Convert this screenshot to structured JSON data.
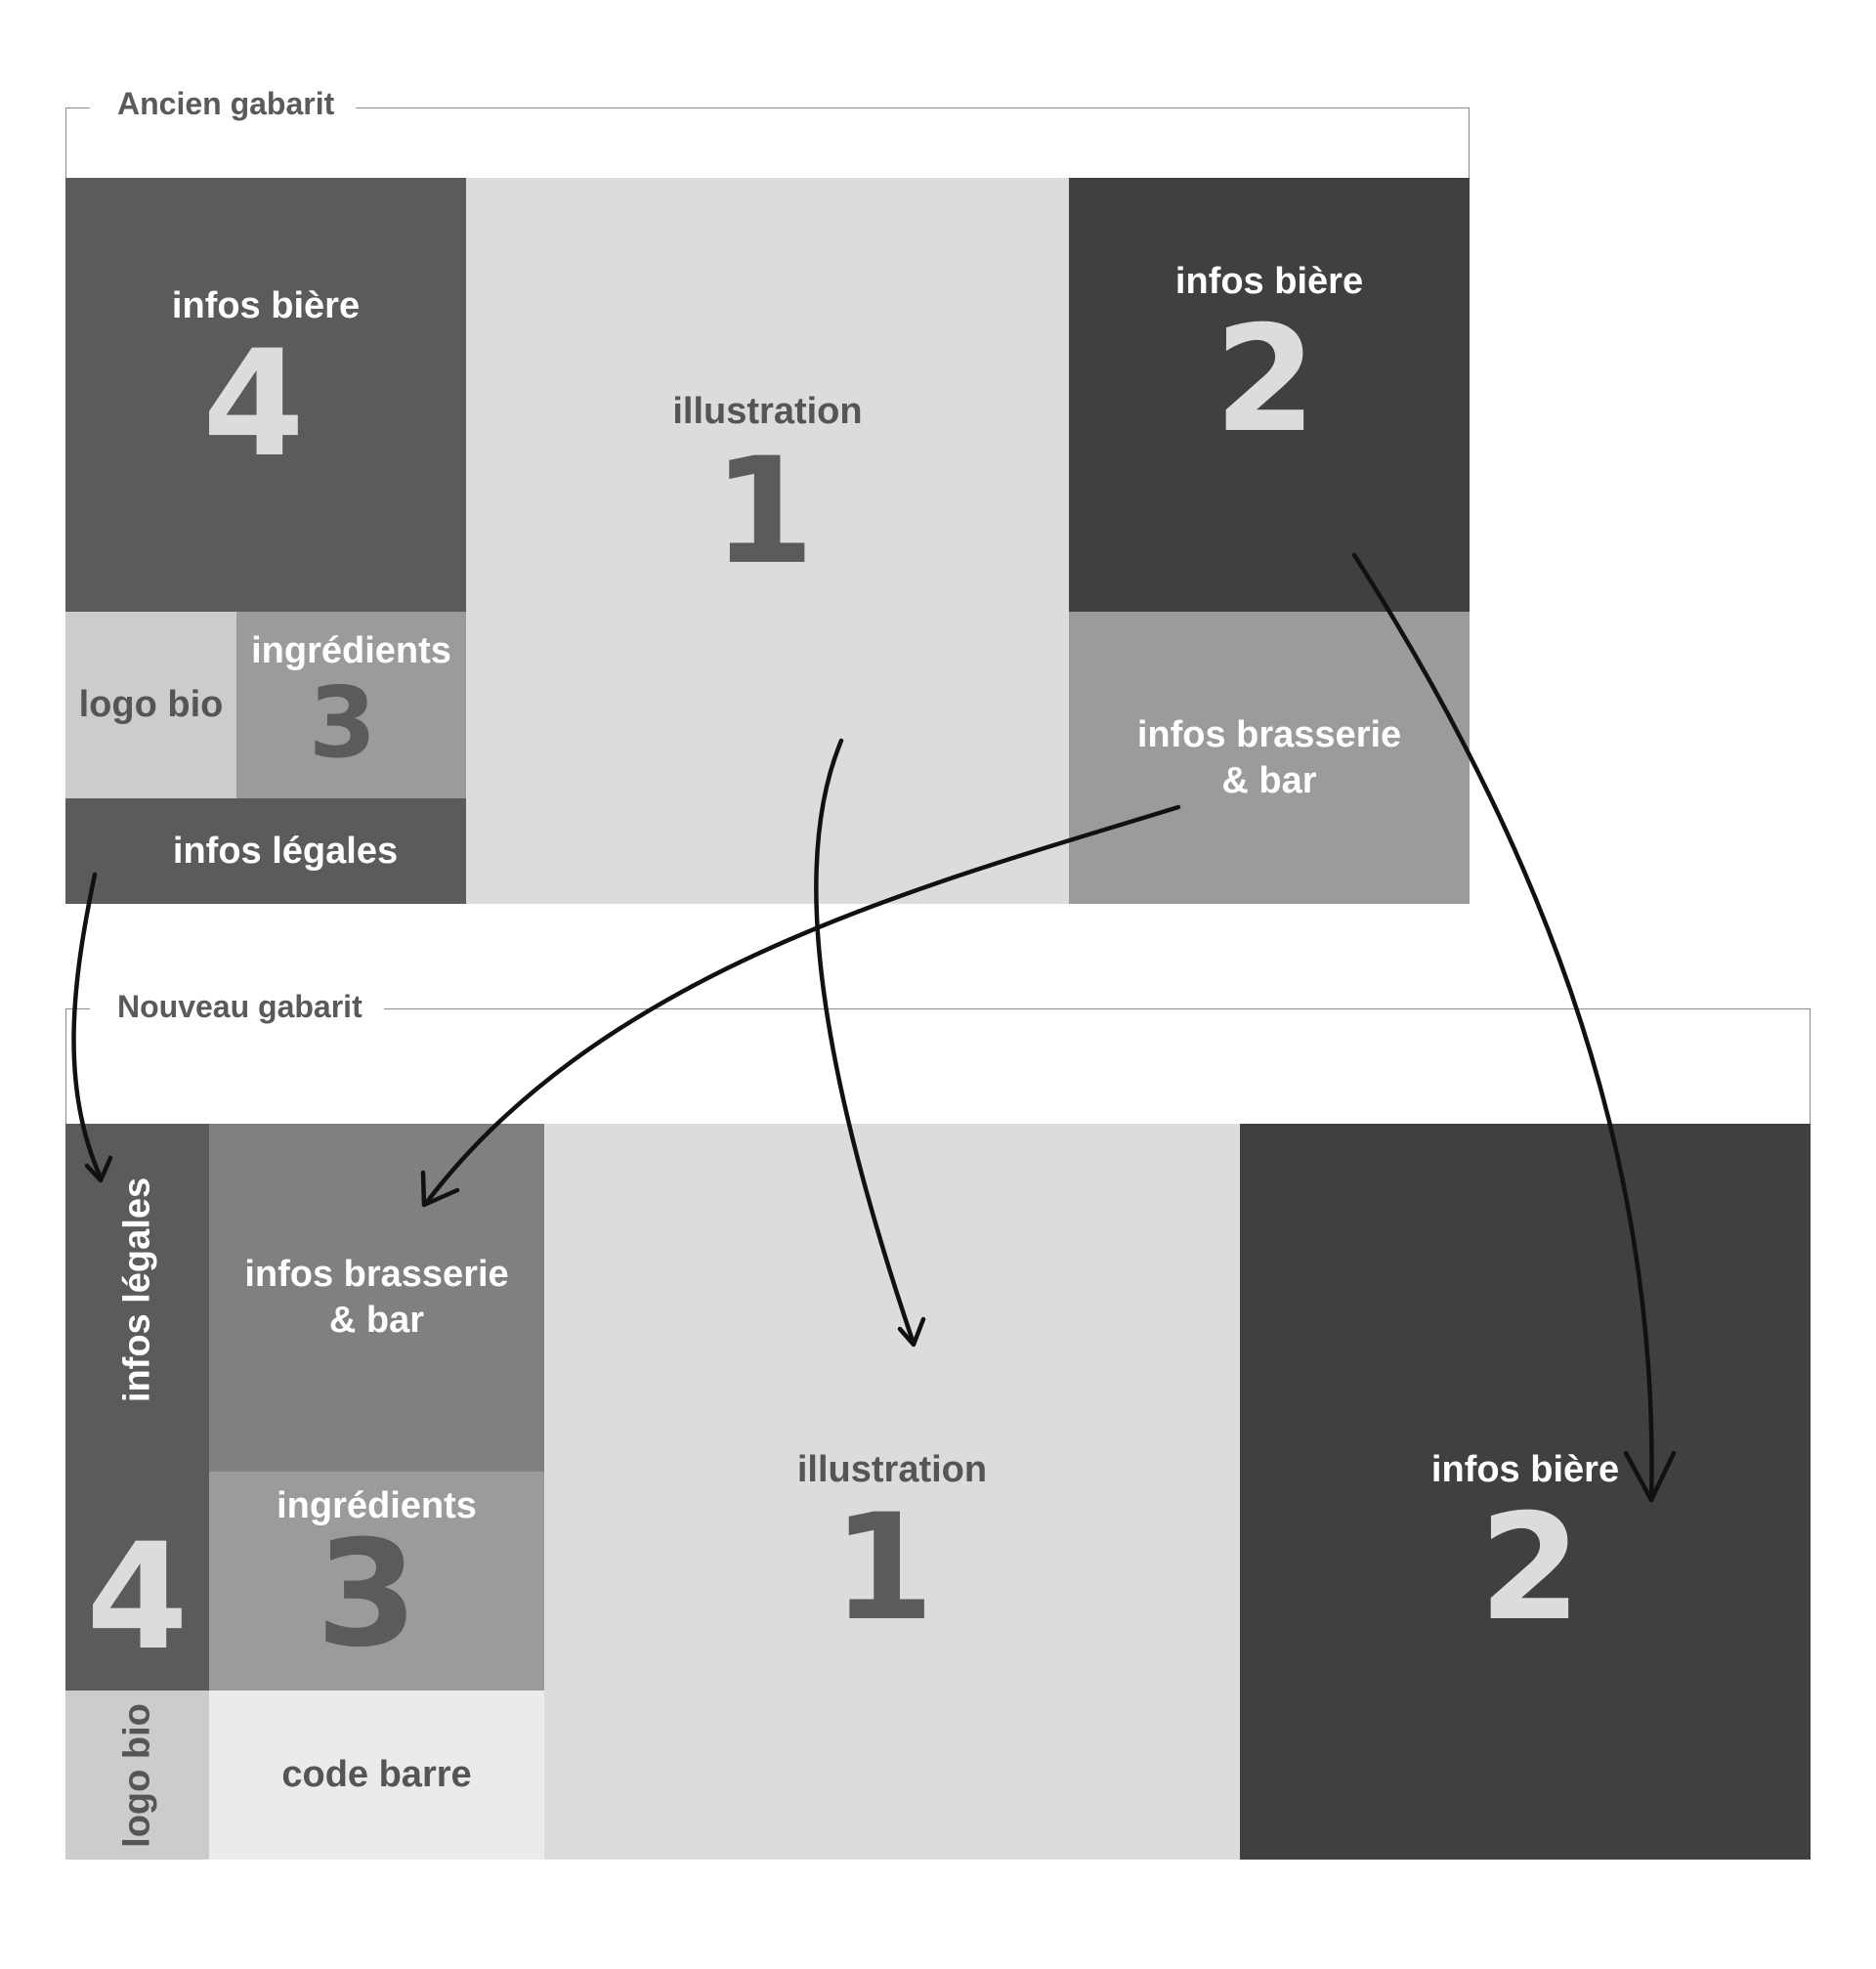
{
  "old_layout": {
    "legend": "Ancien gabarit",
    "beer_info_4": {
      "label": "infos bière",
      "number": "4"
    },
    "logo_bio": "logo bio",
    "ingredients": {
      "label": "ingrédients",
      "number": "3"
    },
    "legal_info": "infos légales",
    "illustration": {
      "label": "illustration",
      "number": "1"
    },
    "beer_info_2": {
      "label": "infos bière",
      "number": "2"
    },
    "brewery_info": {
      "line1": "infos brasserie",
      "line2": "& bar"
    }
  },
  "new_layout": {
    "legend": "Nouveau gabarit",
    "legal_info": "infos légales",
    "beer_info_4": {
      "number": "4"
    },
    "logo_bio": "logo bio",
    "brewery_info": {
      "line1": "infos brasserie",
      "line2": "& bar"
    },
    "ingredients": {
      "label": "ingrédients",
      "number": "3"
    },
    "barcode": "code barre",
    "illustration": {
      "label": "illustration",
      "number": "1"
    },
    "beer_info_2": {
      "label": "infos bière",
      "number": "2"
    }
  },
  "colors": {
    "darkest": "#404040",
    "dark": "#5b5b5b",
    "mid": "#808080",
    "gray": "#9b9b9b",
    "light": "#cccccc",
    "lighter": "#dcdcdc",
    "lightest": "#ebebeb",
    "arrow": "#111111"
  }
}
